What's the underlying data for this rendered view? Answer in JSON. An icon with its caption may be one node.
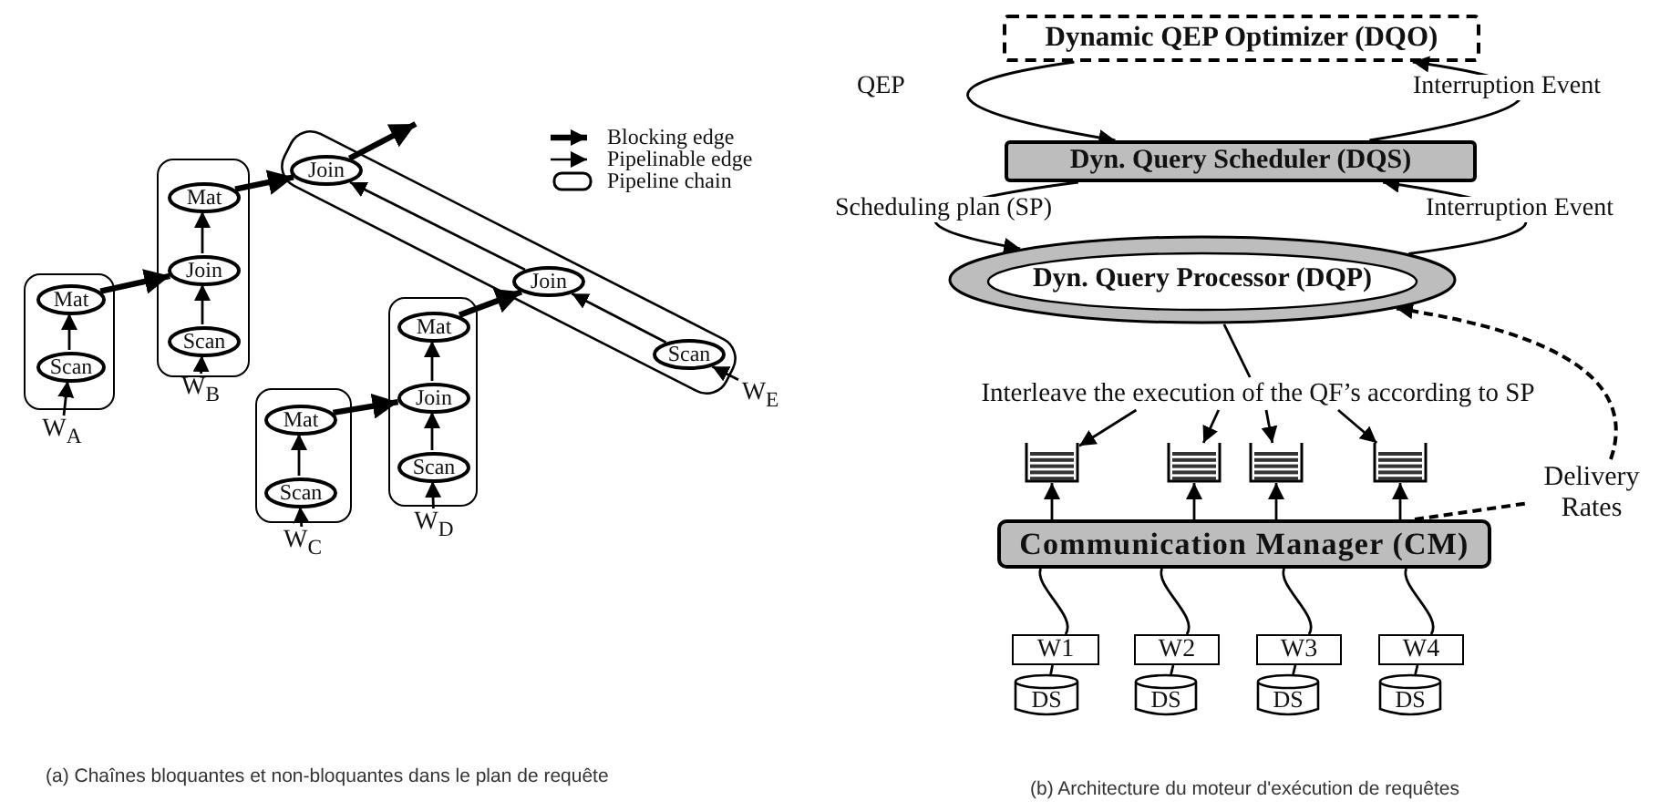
{
  "diagram": {
    "nodes": [
      {
        "text": [],
        "shape": "box"
      },
      {
        "text": [
          "Mat"
        ],
        "in": 0
      },
      {
        "text": [
          "Scan"
        ],
        "in": 0
      },
      {
        "text": [],
        "shape": "box"
      },
      {
        "text": [
          "Mat"
        ],
        "in": 3
      },
      {
        "text": [
          "Join"
        ],
        "in": 3
      },
      {
        "text": [
          "Scan"
        ],
        "in": 3
      },
      {
        "text": [
          "Join"
        ]
      },
      {
        "text": [
          "Join"
        ]
      },
      {
        "text": [
          "Scan"
        ]
      },
      {
        "text": [],
        "shape": "box"
      },
      {
        "text": [
          "Mat"
        ],
        "in": 10
      },
      {
        "text": [
          "Scan"
        ],
        "in": 10
      },
      {
        "text": [],
        "shape": "box"
      },
      {
        "text": [
          "Mat"
        ],
        "in": 13
      },
      {
        "text": [
          "Join"
        ],
        "in": 13
      },
      {
        "text": [
          "Scan"
        ],
        "in": 13
      },
      {
        "text": [
          "W$_{A}$"
        ]
      },
      {
        "text": [
          "W$_{B}$"
        ]
      },
      {
        "text": [
          "W$_{C}$"
        ]
      },
      {
        "text": [
          "W$_{D}$"
        ]
      },
      {
        "text": [
          "W$_{E}$"
        ]
      },
      {
        "text": [
          "Dynamic QEP Optimizer (DQO)"
        ]
      },
      {
        "text": [
          "Dyn. Query Scheduler (DQS)"
        ]
      },
      {
        "text": [
          "Dyn. Query Processor (DQP)"
        ]
      },
      {
        "text": [
          "Interleave the execution of the QF’s according to SP"
        ]
      },
      {
        "text": [],
        "shape": "bar"
      },
      {
        "text": [],
        "shape": "bar"
      },
      {
        "text": [],
        "shape": "bar"
      },
      {
        "text": [],
        "shape": "bar"
      },
      {
        "text": [
          "Communication Manager (CM)"
        ]
      },
      {
        "text": [
          "W1"
        ]
      },
      {
        "text": [
          "W2"
        ]
      },
      {
        "text": [
          "W3"
        ]
      },
      {
        "text": [
          "W4"
        ]
      },
      {
        "text": [
          "DS"
        ]
      },
      {
        "text": [
          "DS"
        ]
      },
      {
        "text": [
          "DS"
        ]
      },
      {
        "text": [
          "DS"
        ]
      },
      {
        "text": [
          "Delivery Rates"
        ]
      }
    ],
    "edges": [
      {
        "from": 17,
        "to": 2,
        "arrow": "to"
      },
      {
        "from": 2,
        "to": 1,
        "arrow": "to"
      },
      {
        "from": 1,
        "to": 5,
        "arrow": "to",
        "style": "thick"
      },
      {
        "from": 18,
        "to": 6,
        "arrow": "to"
      },
      {
        "from": 6,
        "to": 5,
        "arrow": "to"
      },
      {
        "from": 5,
        "to": 4,
        "arrow": "to"
      },
      {
        "from": 4,
        "to": 7,
        "arrow": "to",
        "style": "thick"
      },
      {
        "from": 7,
        "to": null,
        "arrow": "to",
        "style": "thick"
      },
      {
        "from": 19,
        "to": 12,
        "arrow": "to"
      },
      {
        "from": 12,
        "to": 11,
        "arrow": "to"
      },
      {
        "from": 11,
        "to": 15,
        "arrow": "to",
        "style": "thick"
      },
      {
        "from": 20,
        "to": 16,
        "arrow": "to"
      },
      {
        "from": 16,
        "to": 15,
        "arrow": "to"
      },
      {
        "from": 15,
        "to": 14,
        "arrow": "to"
      },
      {
        "from": 14,
        "to": 8,
        "arrow": "to",
        "style": "thick"
      },
      {
        "from": 21,
        "to": 9,
        "arrow": "to"
      },
      {
        "from": 9,
        "to": 8,
        "arrow": "to"
      },
      {
        "from": 8,
        "to": 7,
        "arrow": "to"
      },
      {
        "from": 22,
        "to": 23,
        "arrow": "to",
        "label": "QEP"
      },
      {
        "from": 23,
        "to": 22,
        "arrow": "to",
        "label": "Interruption Event"
      },
      {
        "from": 23,
        "to": 24,
        "arrow": "to",
        "label": "Scheduling plan (SP)"
      },
      {
        "from": 24,
        "to": 23,
        "arrow": "to",
        "label": "Interruption Event"
      },
      {
        "from": 24,
        "to": 25,
        "arrow": "none"
      },
      {
        "from": 25,
        "to": 26,
        "arrow": "to"
      },
      {
        "from": 25,
        "to": 27,
        "arrow": "to"
      },
      {
        "from": 25,
        "to": 28,
        "arrow": "to"
      },
      {
        "from": 25,
        "to": 29,
        "arrow": "to"
      },
      {
        "from": 30,
        "to": 26,
        "arrow": "to"
      },
      {
        "from": 30,
        "to": 27,
        "arrow": "to"
      },
      {
        "from": 30,
        "to": 28,
        "arrow": "to"
      },
      {
        "from": 30,
        "to": 29,
        "arrow": "to"
      },
      {
        "from": 31,
        "to": 30,
        "arrow": "none"
      },
      {
        "from": 32,
        "to": 30,
        "arrow": "none"
      },
      {
        "from": 33,
        "to": 30,
        "arrow": "none"
      },
      {
        "from": 34,
        "to": 30,
        "arrow": "none"
      },
      {
        "from": 35,
        "to": 31,
        "arrow": "none"
      },
      {
        "from": 36,
        "to": 32,
        "arrow": "none"
      },
      {
        "from": 37,
        "to": 33,
        "arrow": "none"
      },
      {
        "from": 38,
        "to": 34,
        "arrow": "none"
      },
      {
        "from": 30,
        "to": 39,
        "arrow": "none",
        "style": "dashed"
      },
      {
        "from": 39,
        "to": 24,
        "arrow": "to",
        "style": "dashed"
      }
    ],
    "labels": [
      "(a) Chaînes bloquantes et non-bloquantes dans le plan de requête",
      "(b) Architecture du moteur d'exécution de requêtes"
    ],
    "legend": [
      {
        "text": "Blocking edge"
      },
      {
        "text": "Pipelinable edge"
      },
      {
        "text": "Pipeline chain"
      }
    ]
  }
}
